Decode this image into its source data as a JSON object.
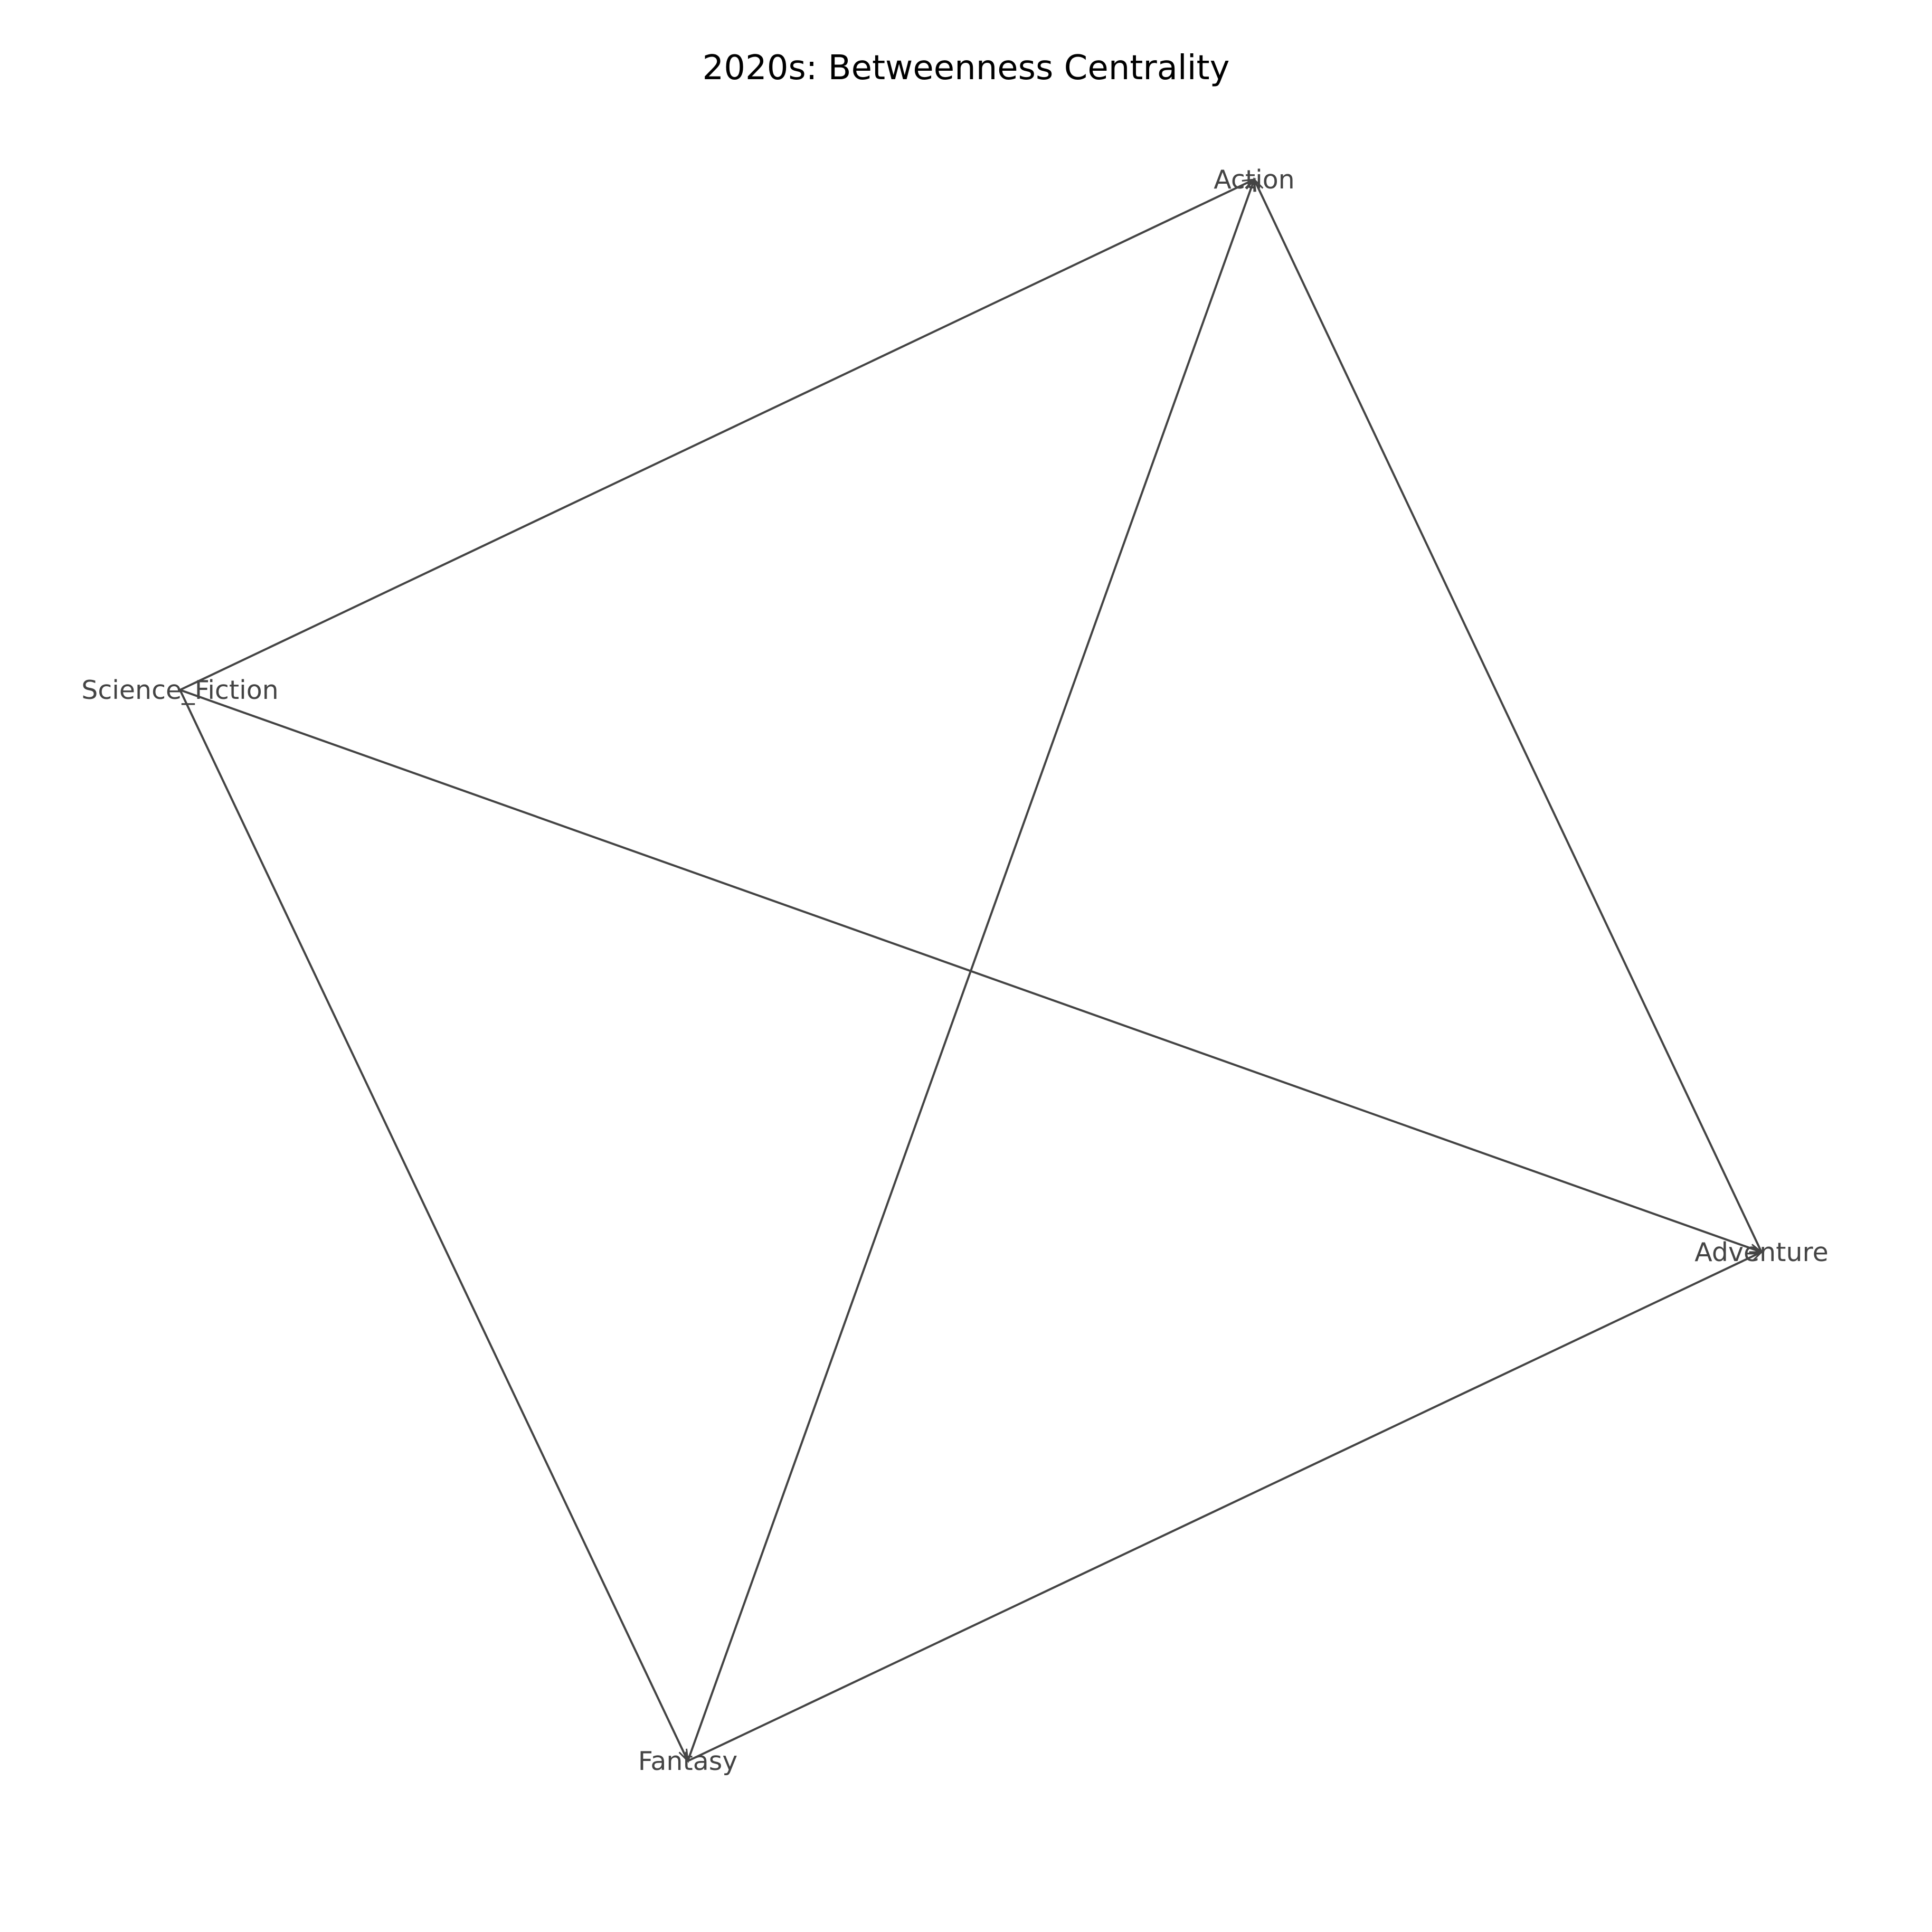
{
  "title": "2020s: Betweenness Centrality",
  "nodes": [
    {
      "id": "action",
      "label": "Action"
    },
    {
      "id": "science_fiction",
      "label": "Science_Fiction"
    },
    {
      "id": "adventure",
      "label": "Adventure"
    },
    {
      "id": "fantasy",
      "label": "Fantasy"
    }
  ],
  "edges": [
    {
      "source": "science_fiction",
      "target": "action"
    },
    {
      "source": "fantasy",
      "target": "action"
    },
    {
      "source": "adventure",
      "target": "action"
    },
    {
      "source": "science_fiction",
      "target": "adventure"
    },
    {
      "source": "science_fiction",
      "target": "fantasy"
    },
    {
      "source": "fantasy",
      "target": "adventure"
    }
  ],
  "colors": {
    "edge": "#444444",
    "label": "#444444",
    "title": "#000000",
    "background": "#ffffff"
  }
}
